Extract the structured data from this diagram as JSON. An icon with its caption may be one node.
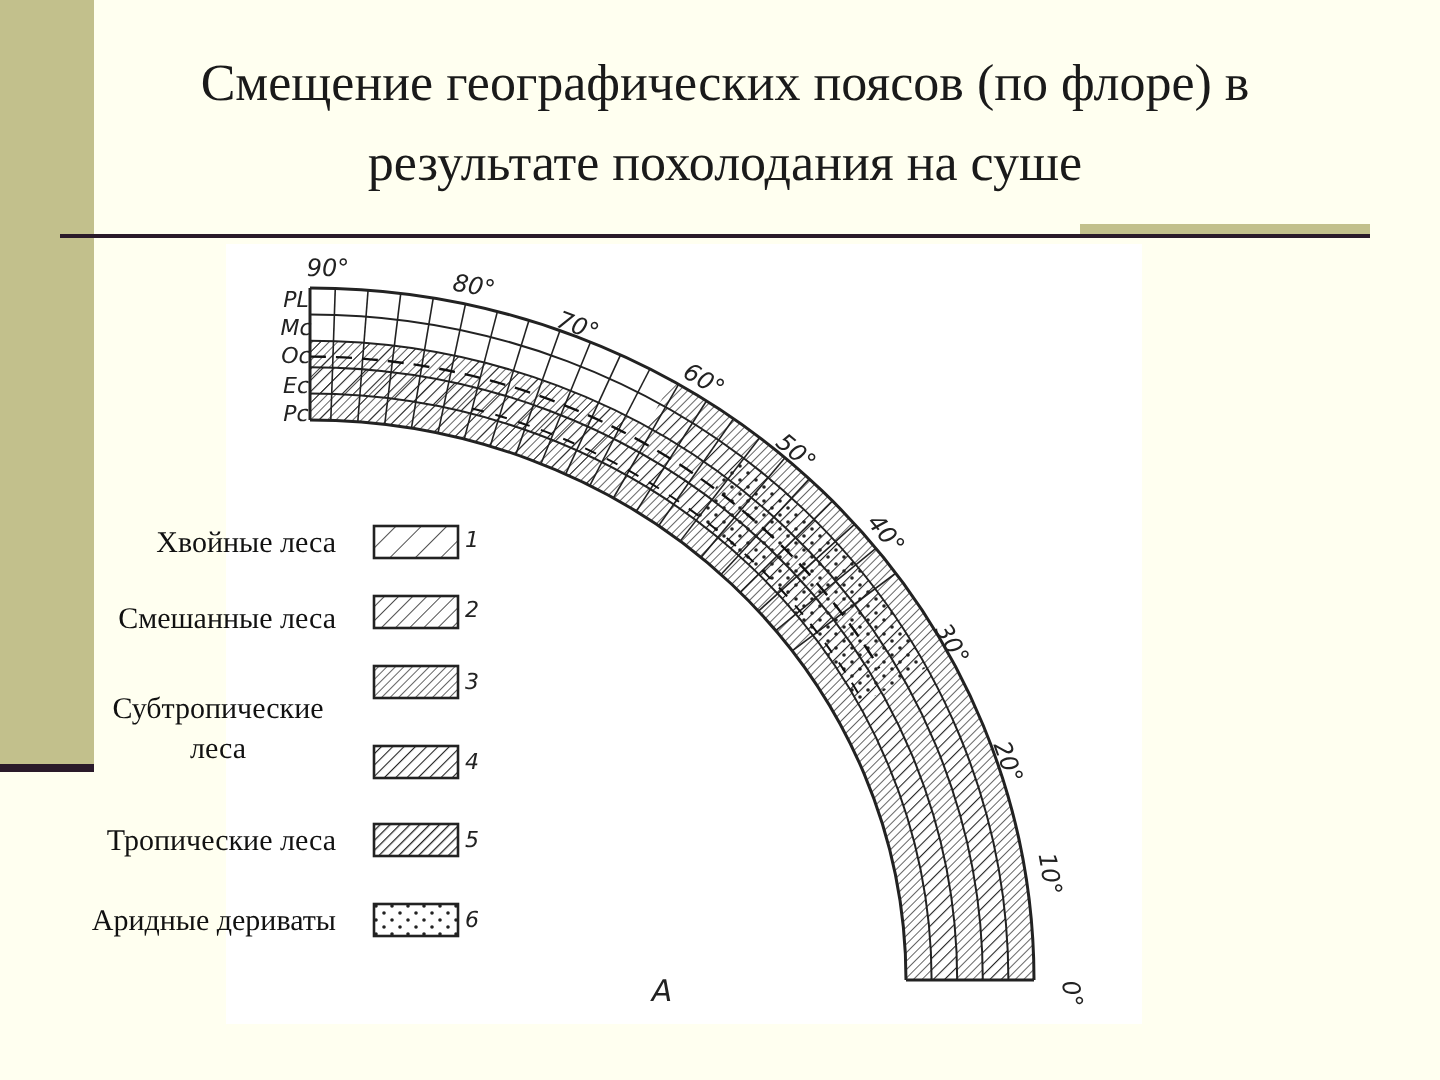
{
  "diagram": {
    "title": "Смещение географических поясов (по флоре) в результате похолодания на суше",
    "labels": [
      "90°",
      "80°",
      "70°",
      "60°",
      "50°",
      "40°",
      "30°",
      "20°",
      "10°",
      "0°",
      "PL",
      "Mc",
      "Oc",
      "Ec",
      "Pc",
      "1",
      "2",
      "3",
      "4",
      "5",
      "6",
      "A"
    ],
    "legend": [
      {
        "text": "Хвойные леса"
      },
      {
        "text": "Смешанные леса"
      },
      {
        "text": "Субтропические леса"
      },
      {
        "text": "Тропические леса"
      },
      {
        "text": "Аридные дериваты"
      }
    ]
  }
}
